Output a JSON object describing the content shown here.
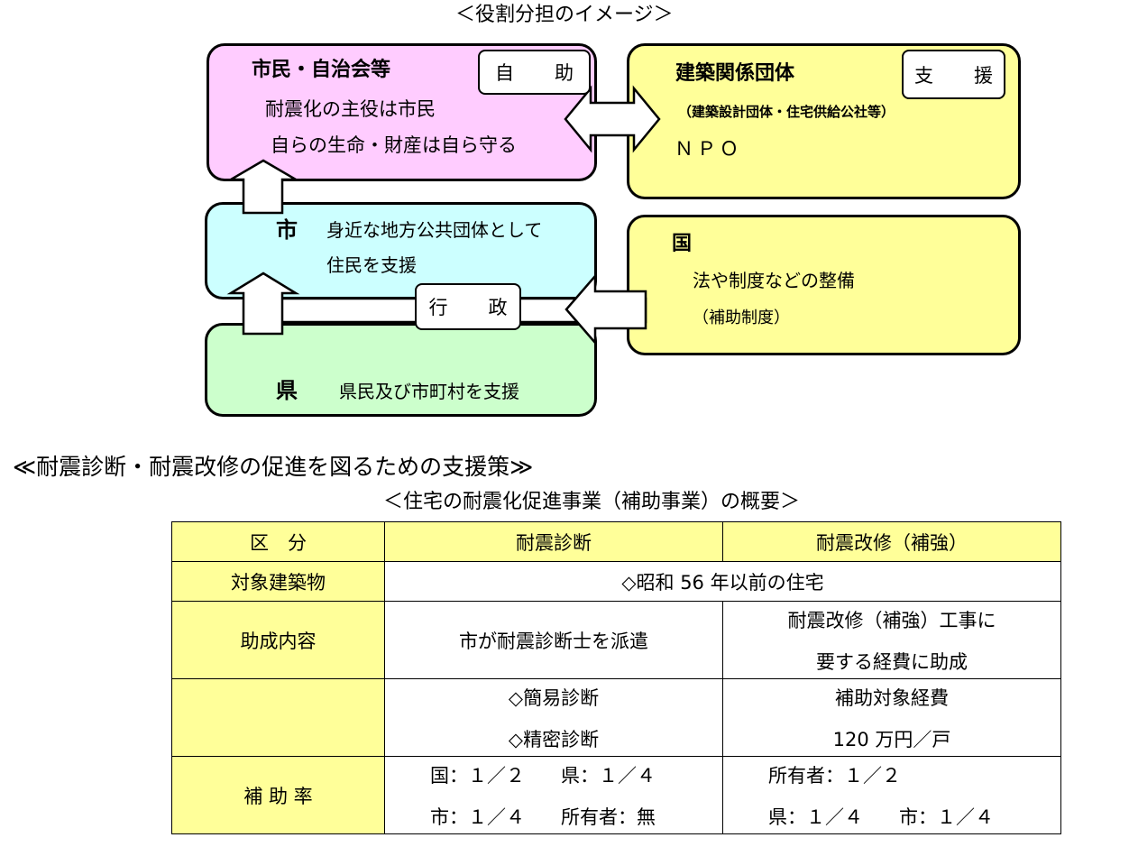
{
  "diagram": {
    "title": "＜役割分担のイメージ＞",
    "citizen": {
      "heading": "市民・自治会等",
      "tag": "自　助",
      "line1": "耐震化の主役は市民",
      "line2": "自らの生命・財産は自ら守る",
      "fill": "#ffccff"
    },
    "industry": {
      "heading": "建築関係団体",
      "tag": "支　援",
      "sub": "（建築設計団体・住宅供給公社等）",
      "npo": "ＮＰＯ",
      "fill": "#ffff99"
    },
    "city": {
      "heading": "市",
      "line1": "身近な地方公共団体として",
      "line2": "住民を支援",
      "fill": "#ccffff"
    },
    "nation": {
      "heading": "国",
      "line1": "法や制度などの整備",
      "line2": "（補助制度）",
      "fill": "#ffff99"
    },
    "prefecture": {
      "heading": "県",
      "line1": "県民及び市町村を支援",
      "fill": "#ccffcc"
    },
    "admin_tag": "行　政"
  },
  "section_title": "≪耐震診断・耐震改修の促進を図るための支援策≫",
  "table": {
    "caption": "＜住宅の耐震化促進事業（補助事業）の概要＞",
    "headers": [
      "区　分",
      "耐震診断",
      "耐震改修（補強）"
    ],
    "row_target": {
      "label": "対象建築物",
      "value": "◇昭和 56 年以前の住宅"
    },
    "row_content": {
      "label": "助成内容",
      "diagnosis": "市が耐震診断士を派遣",
      "retrofit_line1": "耐震改修（補強）工事に",
      "retrofit_line2": "要する経費に助成"
    },
    "row_types": {
      "label": "",
      "diagnosis_line1": "◇簡易診断",
      "diagnosis_line2": "◇精密診断",
      "retrofit_line1": "補助対象経費",
      "retrofit_line2": "120 万円／戸"
    },
    "row_rate": {
      "label": "補 助 率",
      "diag_a1": "国：１／２",
      "diag_a2": "県：１／４",
      "diag_b1": "市：１／４",
      "diag_b2": "所有者：無",
      "retro_a1": "所有者：１／２",
      "retro_b1": "県：１／４",
      "retro_b2": "市：１／４"
    }
  }
}
